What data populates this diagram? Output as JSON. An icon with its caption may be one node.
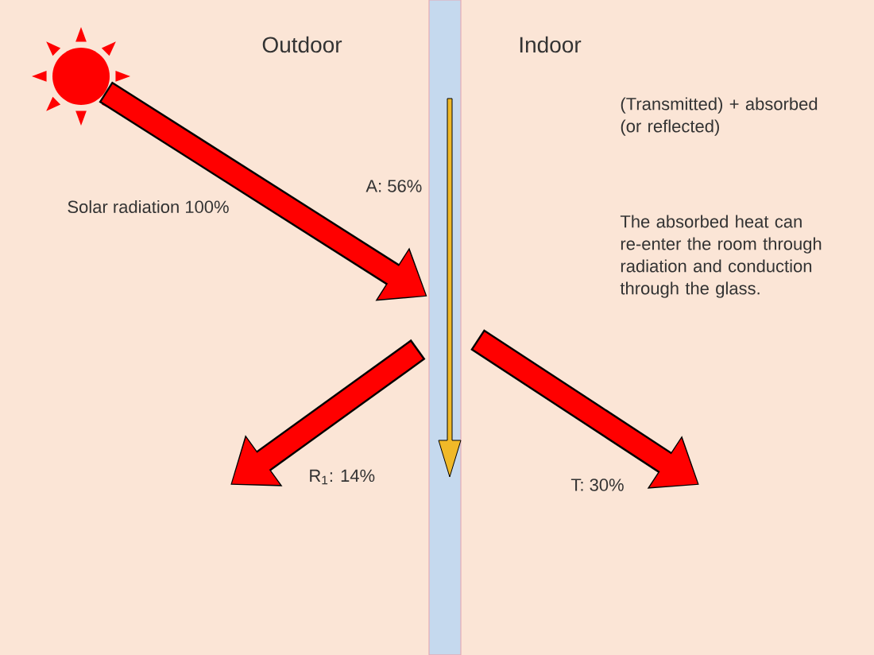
{
  "diagram": {
    "nodes": [
      {
        "text": [],
        "shape": "sun"
      },
      {
        "text": [],
        "shape": "bar"
      }
    ],
    "edges": [
      {
        "from": 0,
        "to": 1,
        "arrow": "to"
      },
      {
        "from": 1,
        "to": null,
        "arrow": "to"
      },
      {
        "from": 1,
        "to": null,
        "arrow": "to"
      }
    ],
    "labels": [
      "Outdoor",
      "Indoor",
      "(Transmitted) + absorbed (or reflected)",
      "Solar radiation 100%",
      "A: 56%",
      "The absorbed heat can re-enter the room through radiation and conduction through the glass.",
      "R$_{1}$: 14%",
      "T: 30%"
    ]
  }
}
